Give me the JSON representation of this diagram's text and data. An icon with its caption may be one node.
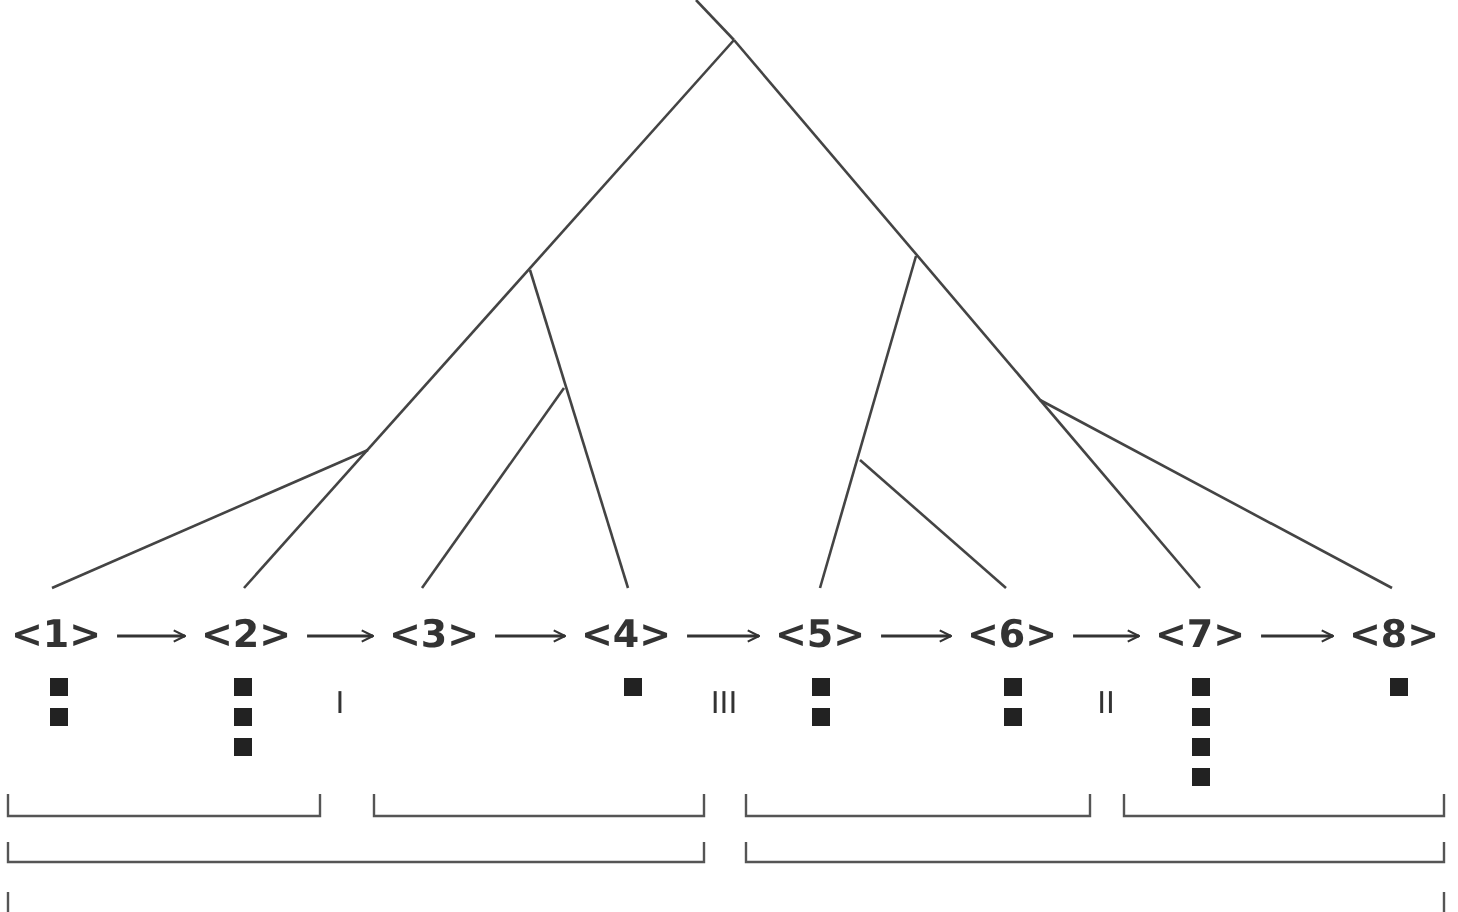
{
  "diagram": {
    "nodes": [
      {
        "text": [
          "<1>"
        ]
      },
      {
        "text": [
          "<2>"
        ]
      },
      {
        "text": [
          "<3>"
        ]
      },
      {
        "text": [
          "<4>"
        ]
      },
      {
        "text": [
          "<5>"
        ]
      },
      {
        "text": [
          "<6>"
        ]
      },
      {
        "text": [
          "<7>"
        ]
      },
      {
        "text": [
          "<8>"
        ]
      }
    ],
    "edges": [
      {
        "from": 0,
        "to": 1,
        "arrow": "to"
      },
      {
        "from": 1,
        "to": 2,
        "arrow": "to"
      },
      {
        "from": 2,
        "to": 3,
        "arrow": "to"
      },
      {
        "from": 3,
        "to": 4,
        "arrow": "to"
      },
      {
        "from": 4,
        "to": 5,
        "arrow": "to"
      },
      {
        "from": 5,
        "to": 6,
        "arrow": "to"
      },
      {
        "from": 6,
        "to": 7,
        "arrow": "to"
      }
    ],
    "labels": [
      "I",
      "III",
      "II"
    ]
  }
}
